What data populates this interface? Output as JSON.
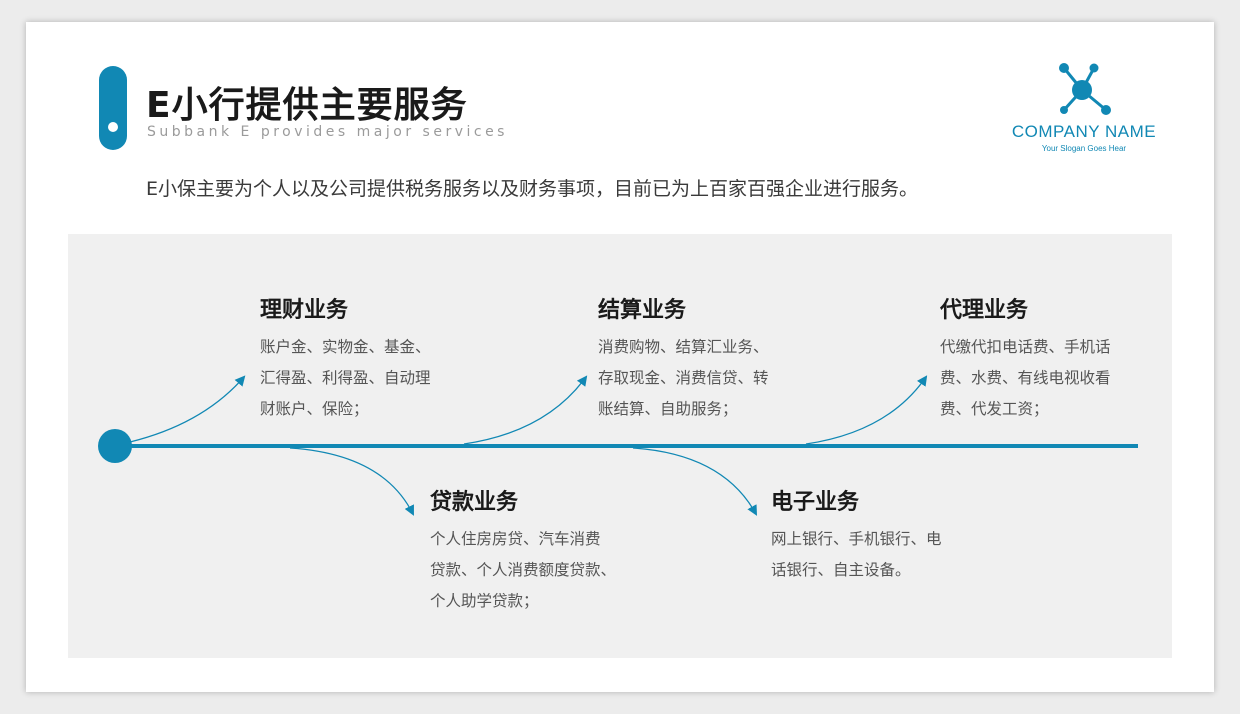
{
  "header": {
    "title": "E小行提供主要服务",
    "subtitle": "Subbank E provides major services",
    "intro": "E小保主要为个人以及公司提供税务服务以及财务事项，目前已为上百家百强企业进行服务。"
  },
  "logo": {
    "icon": "molecule-network-icon",
    "company_name": "COMPANY NAME",
    "slogan": "Your Slogan Goes Hear"
  },
  "colors": {
    "accent": "#1188b4",
    "panel": "#f0f0f0",
    "title": "#1a1a1a",
    "body": "#555555"
  },
  "services": [
    {
      "id": "wealth",
      "title": "理财业务",
      "desc_lines": [
        "账户金、实物金、基金、",
        "汇得盈、利得盈、自动理",
        "财账户、保险；"
      ]
    },
    {
      "id": "loan",
      "title": "贷款业务",
      "desc_lines": [
        "个人住房房贷、汽车消费",
        "贷款、个人消费额度贷款、",
        "个人助学贷款；"
      ]
    },
    {
      "id": "settlement",
      "title": "结算业务",
      "desc_lines": [
        "消费购物、结算汇业务、",
        "存取现金、消费信贷、转",
        "账结算、自助服务；"
      ]
    },
    {
      "id": "electronic",
      "title": "电子业务",
      "desc_lines": [
        "网上银行、手机银行、电",
        "话银行、自主设备。"
      ]
    },
    {
      "id": "agency",
      "title": "代理业务",
      "desc_lines": [
        "代缴代扣电话费、手机话",
        "费、水费、有线电视收看",
        "费、代发工资；"
      ]
    }
  ]
}
